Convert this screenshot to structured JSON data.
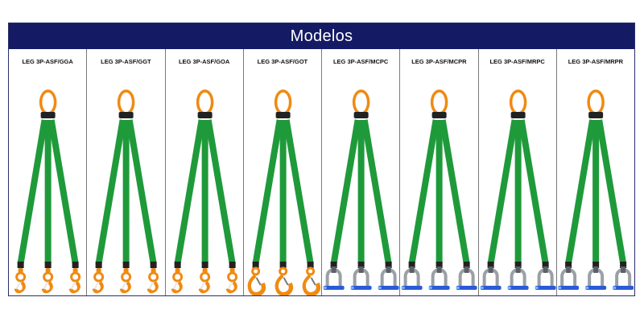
{
  "header": {
    "title": "Modelos"
  },
  "colors": {
    "header_bg": "#141a63",
    "webbing": "#1f9a3a",
    "hook_orange": "#f08a12",
    "shackle_blue": "#2a5bd7",
    "shackle_gray": "#9aa0a6"
  },
  "models": [
    {
      "label": "LEG 3P-ASF/GGA",
      "hook": "swivel-hook-icon"
    },
    {
      "label": "LEG 3P-ASF/GGT",
      "hook": "swivel-hook-icon"
    },
    {
      "label": "LEG 3P-ASF/GOA",
      "hook": "swivel-hook-icon"
    },
    {
      "label": "LEG 3P-ASF/GOT",
      "hook": "eye-hook-icon"
    },
    {
      "label": "LEG 3P-ASF/MCPC",
      "hook": "shackle-icon"
    },
    {
      "label": "LEG 3P-ASF/MCPR",
      "hook": "shackle-icon"
    },
    {
      "label": "LEG 3P-ASF/MRPC",
      "hook": "shackle-icon"
    },
    {
      "label": "LEG 3P-ASF/MRPR",
      "hook": "shackle-icon"
    }
  ]
}
